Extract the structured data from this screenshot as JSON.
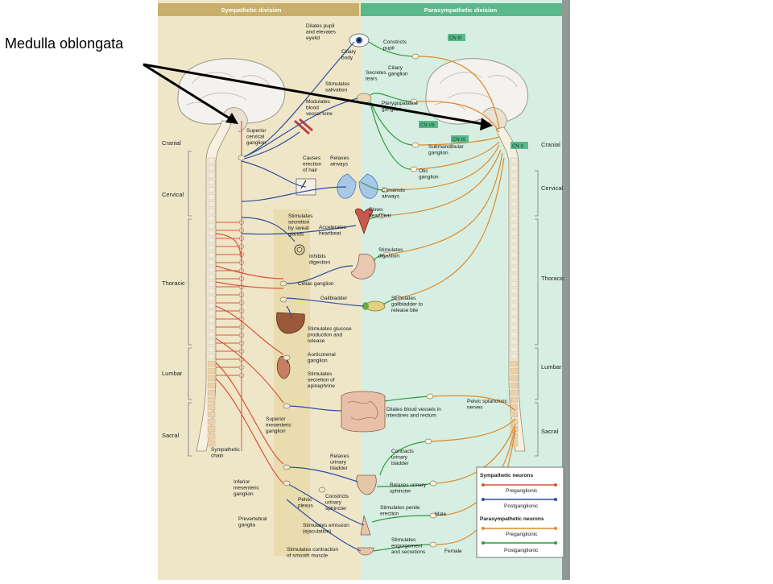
{
  "callout": {
    "label": "Medulla oblongata"
  },
  "headers": {
    "sympathetic": "Sympathetic division",
    "parasympathetic": "Parasympathetic division"
  },
  "regions_left": {
    "cranial": "Cranial",
    "cervical": "Cervical",
    "thoracic": "Thoracic",
    "lumbar": "Lumbar",
    "sacral": "Sacral"
  },
  "regions_right": {
    "cranial": "Cranial",
    "cervical": "Cervical",
    "thoracic": "Thoracic",
    "lumbar": "Lumbar",
    "sacral": "Sacral"
  },
  "cranial_nerves": {
    "cn3": "CN III",
    "cn7": "CN VII",
    "cn9": "CN IX",
    "cn10": "CN X"
  },
  "symp_labels": {
    "dilates_pupil": [
      "Dilates pupil",
      "and elevates",
      "eyelid"
    ],
    "ciliary_body": [
      "Ciliary",
      "body"
    ],
    "stimulates_salivation": [
      "Stimulates",
      "salivation"
    ],
    "modulates_vessel": [
      "Modulates",
      "blood",
      "vessel tone"
    ],
    "superior_cervical": [
      "Superior",
      "cervical",
      "ganglion"
    ],
    "erection_hair": [
      "Causes",
      "erection",
      "of hair"
    ],
    "relaxes_airways": [
      "Relaxes",
      "airways"
    ],
    "sweat": [
      "Stimulates",
      "secretion",
      "by sweat",
      "glands"
    ],
    "accelerates_heart": [
      "Accelerates",
      "heartbeat"
    ],
    "inhibits_digestion": [
      "Inhibits",
      "digestion"
    ],
    "celiac": [
      "Celiac ganglion"
    ],
    "gallbladder": [
      "Gallbladder"
    ],
    "glucose": [
      "Stimulates glucose",
      "production and",
      "release"
    ],
    "aorticorenal": [
      "Aorticorenal",
      "ganglion"
    ],
    "epinephrine": [
      "Stimulates",
      "secretion of",
      "epinephrine"
    ],
    "sup_mesenteric": [
      "Superior",
      "mesenteric",
      "ganglion"
    ],
    "sympathetic_chain": [
      "Sympathetic",
      "chain"
    ],
    "relaxes_bladder": [
      "Relaxes",
      "urinary",
      "bladder"
    ],
    "inf_mesenteric": [
      "Inferior",
      "mesenteric",
      "ganglion"
    ],
    "pelvic_plexus": [
      "Pelvic",
      "plexus"
    ],
    "constricts_sphincter": [
      "Constricts",
      "urinary",
      "sphincter"
    ],
    "prevertebral": [
      "Prevertebral",
      "ganglia"
    ],
    "emission": [
      "Stimulates emission",
      "(ejaculation)"
    ],
    "smooth_muscle": [
      "Stimulates contraction",
      "of smooth muscle"
    ]
  },
  "para_labels": {
    "constricts_pupil": [
      "Constricts",
      "pupil"
    ],
    "ciliary_ganglion": [
      "Ciliary",
      "ganglion"
    ],
    "secretes_tears": [
      "Secretes",
      "tears"
    ],
    "pterygopalatine": [
      "Pterygopalatine",
      "ganglion"
    ],
    "submandibular": [
      "Submandibular",
      "ganglion"
    ],
    "otic": [
      "Otic",
      "ganglion"
    ],
    "constricts_airways": [
      "Constricts",
      "airways"
    ],
    "slows_heart": [
      "Slows",
      "heartbeat"
    ],
    "stimulates_digestion": [
      "Stimulates",
      "digestion"
    ],
    "gallbladder_bile": [
      "Stimulates",
      "gallbladder to",
      "release bile"
    ],
    "pelvic_splanchnic": [
      "Pelvic splanchnic",
      "nerves"
    ],
    "dilates_vessels": [
      "Dilates blood vessels in",
      "intestines and rectum"
    ],
    "contracts_bladder": [
      "Contracts",
      "urinary",
      "bladder"
    ],
    "relaxes_sphincter": [
      "Relaxes urinary",
      "sphincter"
    ],
    "penile": [
      "Stimulates penile",
      "erection"
    ],
    "male": [
      "Male"
    ],
    "engorgement": [
      "Stimulates",
      "engorgement",
      "and secretions"
    ],
    "female": [
      "Female"
    ]
  },
  "legend": {
    "sympathetic_title": "Sympathetic neurons",
    "symp_pre": "Preganglionic",
    "symp_post": "Postganglionic",
    "parasympathetic_title": "Parasympathetic neurons",
    "para_pre": "Preganglionic",
    "para_post": "Postganglionic"
  },
  "colors": {
    "symp_pre": "#d8553a",
    "symp_post": "#2b4fa0",
    "para_pre": "#e08a2a",
    "para_post": "#2f9a3c",
    "symp_bg": "#efe6c8",
    "para_bg": "#d6efe2",
    "header_symp": "#c8b06a",
    "header_para": "#5ab88a"
  }
}
